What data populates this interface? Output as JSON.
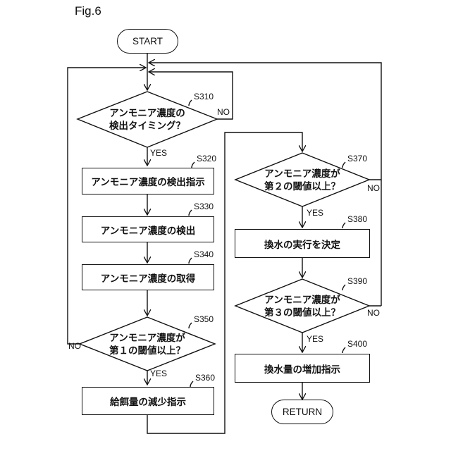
{
  "figure_label": "Fig.6",
  "start": "START",
  "end": "RETURN",
  "steps": {
    "s310": {
      "id": "S310",
      "line1": "アンモニア濃度の",
      "line2": "検出タイミング？"
    },
    "s320": {
      "id": "S320",
      "text": "アンモニア濃度の検出指示"
    },
    "s330": {
      "id": "S330",
      "text": "アンモニア濃度の検出"
    },
    "s340": {
      "id": "S340",
      "text": "アンモニア濃度の取得"
    },
    "s350": {
      "id": "S350",
      "line1": "アンモニア濃度が",
      "line2": "第１の閾値以上？"
    },
    "s360": {
      "id": "S360",
      "text": "給餌量の減少指示"
    },
    "s370": {
      "id": "S370",
      "line1": "アンモニア濃度が",
      "line2": "第２の閾値以上？"
    },
    "s380": {
      "id": "S380",
      "text": "換水の実行を決定"
    },
    "s390": {
      "id": "S390",
      "line1": "アンモニア濃度が",
      "line2": "第３の閾値以上？"
    },
    "s400": {
      "id": "S400",
      "text": "換水量の増加指示"
    }
  },
  "labels": {
    "yes": "YES",
    "no": "NO"
  }
}
